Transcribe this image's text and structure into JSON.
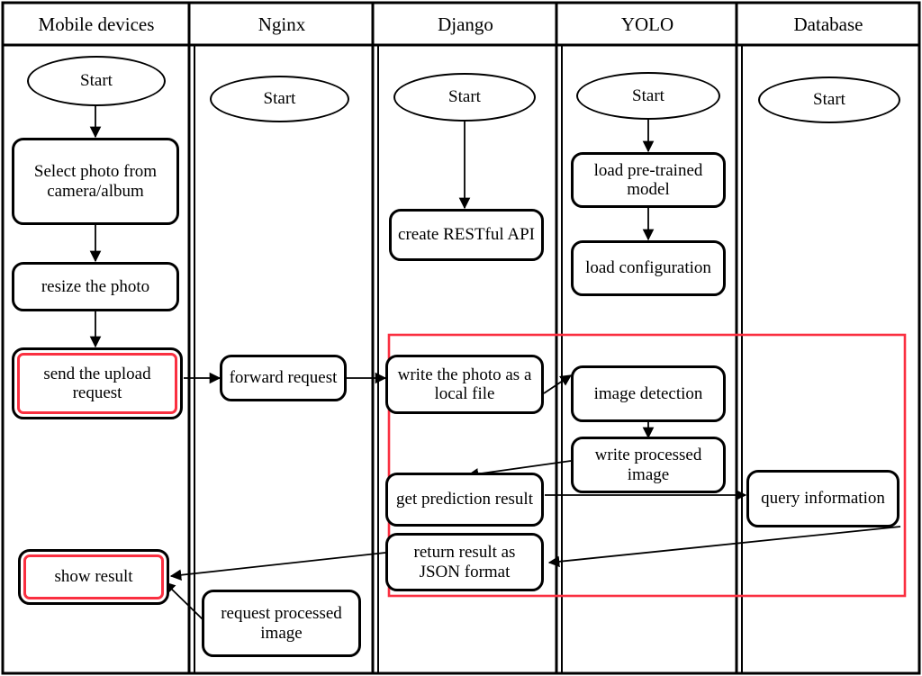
{
  "diagram": {
    "title": "Photo upload and object-detection swimlane flowchart",
    "colors": {
      "lane_border": "#000000",
      "node_border": "#000000",
      "highlight": "#fa2f40",
      "background": "#ffffff",
      "connector": "#000000"
    },
    "lanes": [
      {
        "id": "mobile",
        "label": "Mobile devices"
      },
      {
        "id": "nginx",
        "label": "Nginx"
      },
      {
        "id": "django",
        "label": "Django"
      },
      {
        "id": "yolo",
        "label": "YOLO"
      },
      {
        "id": "database",
        "label": "Database"
      }
    ],
    "nodes": [
      {
        "id": "start-mobile",
        "lane": "mobile",
        "type": "terminator",
        "label": "Start",
        "flagged": false
      },
      {
        "id": "start-nginx",
        "lane": "nginx",
        "type": "terminator",
        "label": "Start",
        "flagged": false
      },
      {
        "id": "start-django",
        "lane": "django",
        "type": "terminator",
        "label": "Start",
        "flagged": false
      },
      {
        "id": "start-yolo",
        "lane": "yolo",
        "type": "terminator",
        "label": "Start",
        "flagged": false
      },
      {
        "id": "start-database",
        "lane": "database",
        "type": "terminator",
        "label": "Start",
        "flagged": false
      },
      {
        "id": "select-photo",
        "lane": "mobile",
        "type": "process",
        "label": "Select photo from camera/album",
        "flagged": false
      },
      {
        "id": "resize-photo",
        "lane": "mobile",
        "type": "process",
        "label": "resize the photo",
        "flagged": false
      },
      {
        "id": "send-upload",
        "lane": "mobile",
        "type": "process",
        "label": "send the upload request",
        "flagged": true
      },
      {
        "id": "show-result",
        "lane": "mobile",
        "type": "process",
        "label": "show result",
        "flagged": true
      },
      {
        "id": "forward-request",
        "lane": "nginx",
        "type": "process",
        "label": "forward request",
        "flagged": false
      },
      {
        "id": "request-processed",
        "lane": "nginx",
        "type": "process",
        "label": "request processed image",
        "flagged": false
      },
      {
        "id": "create-rest-api",
        "lane": "django",
        "type": "process",
        "label": "create RESTful API",
        "flagged": false
      },
      {
        "id": "write-photo",
        "lane": "django",
        "type": "process",
        "label": "write the photo as a local file",
        "flagged": false
      },
      {
        "id": "get-prediction",
        "lane": "django",
        "type": "process",
        "label": "get prediction result",
        "flagged": false
      },
      {
        "id": "return-json",
        "lane": "django",
        "type": "process",
        "label": "return result as JSON format",
        "flagged": false
      },
      {
        "id": "load-model",
        "lane": "yolo",
        "type": "process",
        "label": "load pre-trained model",
        "flagged": false
      },
      {
        "id": "load-config",
        "lane": "yolo",
        "type": "process",
        "label": "load configuration",
        "flagged": false
      },
      {
        "id": "image-detection",
        "lane": "yolo",
        "type": "process",
        "label": "image detection",
        "flagged": false
      },
      {
        "id": "write-processed",
        "lane": "yolo",
        "type": "process",
        "label": "write processed image",
        "flagged": false
      },
      {
        "id": "query-information",
        "lane": "database",
        "type": "process",
        "label": "query information",
        "flagged": false
      }
    ],
    "edges": [
      {
        "from": "start-mobile",
        "to": "select-photo"
      },
      {
        "from": "select-photo",
        "to": "resize-photo"
      },
      {
        "from": "resize-photo",
        "to": "send-upload"
      },
      {
        "from": "send-upload",
        "to": "forward-request"
      },
      {
        "from": "forward-request",
        "to": "write-photo"
      },
      {
        "from": "start-django",
        "to": "create-rest-api"
      },
      {
        "from": "start-yolo",
        "to": "load-model"
      },
      {
        "from": "load-model",
        "to": "load-config"
      },
      {
        "from": "write-photo",
        "to": "image-detection"
      },
      {
        "from": "image-detection",
        "to": "write-processed"
      },
      {
        "from": "write-processed",
        "to": "get-prediction"
      },
      {
        "from": "get-prediction",
        "to": "query-information"
      },
      {
        "from": "query-information",
        "to": "return-json"
      },
      {
        "from": "return-json",
        "to": "show-result"
      },
      {
        "from": "request-processed",
        "to": "show-result"
      }
    ],
    "highlight_regions": [
      {
        "id": "critical-path-region",
        "label": ""
      }
    ]
  }
}
